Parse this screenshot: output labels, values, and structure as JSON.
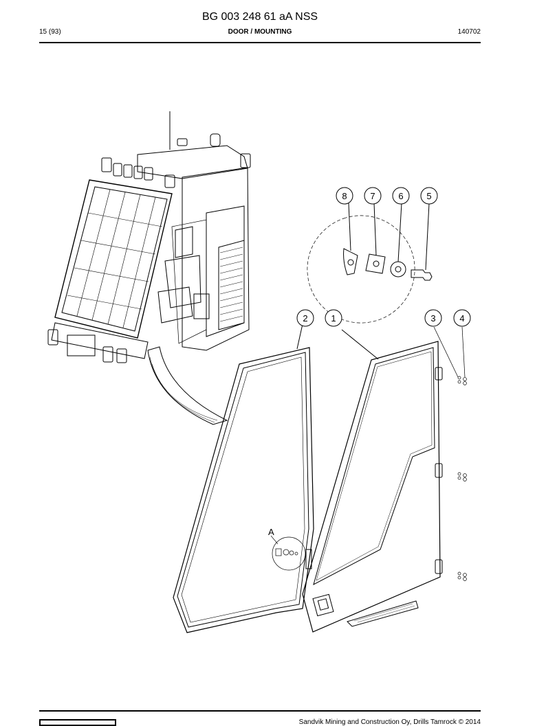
{
  "document": {
    "title": "BG 003 248 61 aA NSS",
    "page": "15 (93)",
    "section": "DOOR / MOUNTING",
    "code": "140702",
    "copyright": "Sandvik Mining and Construction Oy, Drills Tamrock © 2014"
  },
  "drawing": {
    "callouts": [
      "8",
      "7",
      "6",
      "5",
      "2",
      "1",
      "3",
      "4"
    ],
    "detail_label": "A"
  }
}
